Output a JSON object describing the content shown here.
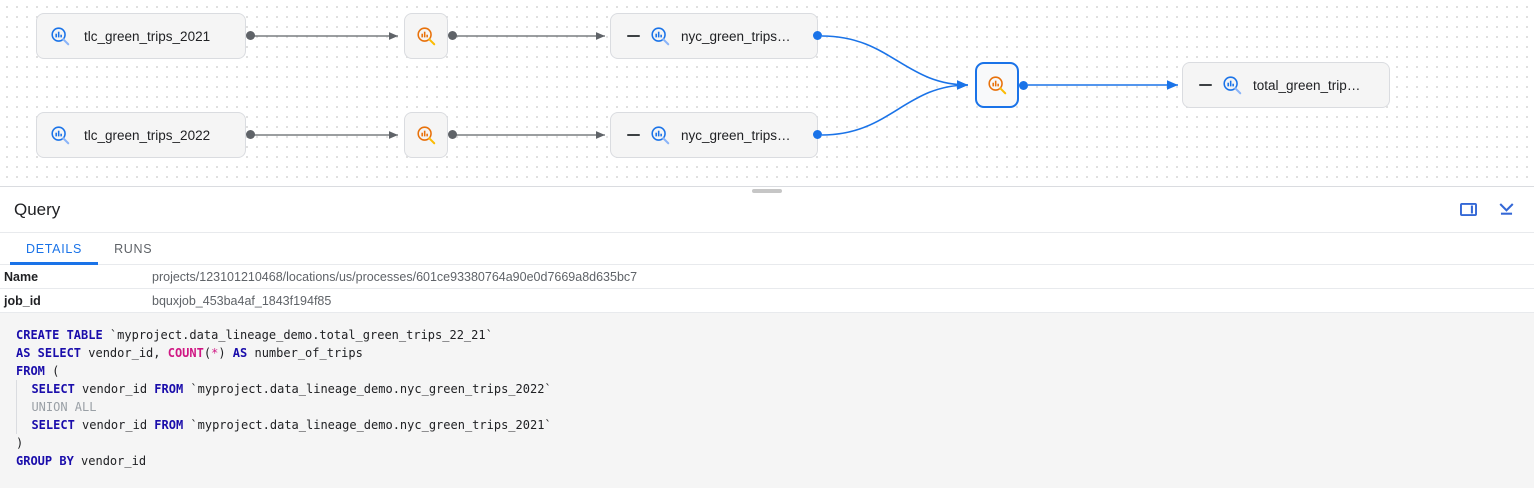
{
  "graph": {
    "nodes": [
      {
        "id": "tlc2021",
        "label": "tlc_green_trips_2021",
        "icon": "table-search-icon-blue",
        "type": "table",
        "collapse": false
      },
      {
        "id": "tlc2022",
        "label": "tlc_green_trips_2022",
        "icon": "table-search-icon-blue",
        "type": "table",
        "collapse": false
      },
      {
        "id": "proc1",
        "label": "",
        "icon": "process-search-icon-orange",
        "type": "process",
        "collapse": false
      },
      {
        "id": "proc2",
        "label": "",
        "icon": "process-search-icon-orange",
        "type": "process",
        "collapse": false
      },
      {
        "id": "nyc2021",
        "label": "nyc_green_trips…",
        "icon": "table-search-icon-blue",
        "type": "table",
        "collapse": true
      },
      {
        "id": "nyc2022",
        "label": "nyc_green_trips…",
        "icon": "table-search-icon-blue",
        "type": "table",
        "collapse": true
      },
      {
        "id": "proc3",
        "label": "",
        "icon": "process-search-icon-orange",
        "type": "process",
        "collapse": false,
        "selected": true
      },
      {
        "id": "total",
        "label": "total_green_trip…",
        "icon": "table-search-icon-blue",
        "type": "table",
        "collapse": true
      }
    ],
    "colors": {
      "edge_grey": "#5f6368",
      "edge_blue": "#1a73e8",
      "icon_blue": "#1a73e8",
      "icon_orange": "#f29900",
      "node_bg": "#f5f5f5",
      "node_border": "#dadce0",
      "selected_border": "#1a73e8"
    }
  },
  "panel": {
    "title": "Query",
    "icons": {
      "side_panel": "side-panel-icon",
      "collapse_panel": "collapse-down-icon"
    },
    "tabs": [
      {
        "label": "DETAILS",
        "active": true
      },
      {
        "label": "RUNS",
        "active": false
      }
    ],
    "details": [
      {
        "key": "Name",
        "value": "projects/123101210468/locations/us/processes/601ce93380764a90e0d7669a8d635bc7"
      },
      {
        "key": "job_id",
        "value": "bquxjob_453ba4af_1843f194f85"
      }
    ]
  },
  "sql": {
    "lines": [
      [
        {
          "t": "CREATE TABLE ",
          "c": "k"
        },
        {
          "t": "`myproject.data_lineage_demo.total_green_trips_22_21`",
          "c": "ident"
        }
      ],
      [
        {
          "t": "AS SELECT ",
          "c": "k"
        },
        {
          "t": "vendor_id, ",
          "c": "ident"
        },
        {
          "t": "COUNT",
          "c": "kf"
        },
        {
          "t": "(",
          "c": "ident"
        },
        {
          "t": "*",
          "c": "op"
        },
        {
          "t": ") ",
          "c": "ident"
        },
        {
          "t": "AS ",
          "c": "k"
        },
        {
          "t": "number_of_trips",
          "c": "ident"
        }
      ],
      [
        {
          "t": "FROM ",
          "c": "k"
        },
        {
          "t": "(",
          "c": "ident"
        }
      ],
      [
        {
          "t": "  ",
          "c": "ident",
          "guide": true
        },
        {
          "t": "SELECT ",
          "c": "k"
        },
        {
          "t": "vendor_id ",
          "c": "ident"
        },
        {
          "t": "FROM ",
          "c": "k"
        },
        {
          "t": "`myproject.data_lineage_demo.nyc_green_trips_2022`",
          "c": "ident"
        }
      ],
      [
        {
          "t": "  ",
          "c": "ident",
          "guide": true
        },
        {
          "t": "UNION ALL",
          "c": "kd"
        }
      ],
      [
        {
          "t": "  ",
          "c": "ident",
          "guide": true
        },
        {
          "t": "SELECT ",
          "c": "k"
        },
        {
          "t": "vendor_id ",
          "c": "ident"
        },
        {
          "t": "FROM ",
          "c": "k"
        },
        {
          "t": "`myproject.data_lineage_demo.nyc_green_trips_2021`",
          "c": "ident"
        }
      ],
      [
        {
          "t": ")",
          "c": "ident"
        }
      ],
      [
        {
          "t": "GROUP BY ",
          "c": "k"
        },
        {
          "t": "vendor_id",
          "c": "ident"
        }
      ]
    ]
  }
}
